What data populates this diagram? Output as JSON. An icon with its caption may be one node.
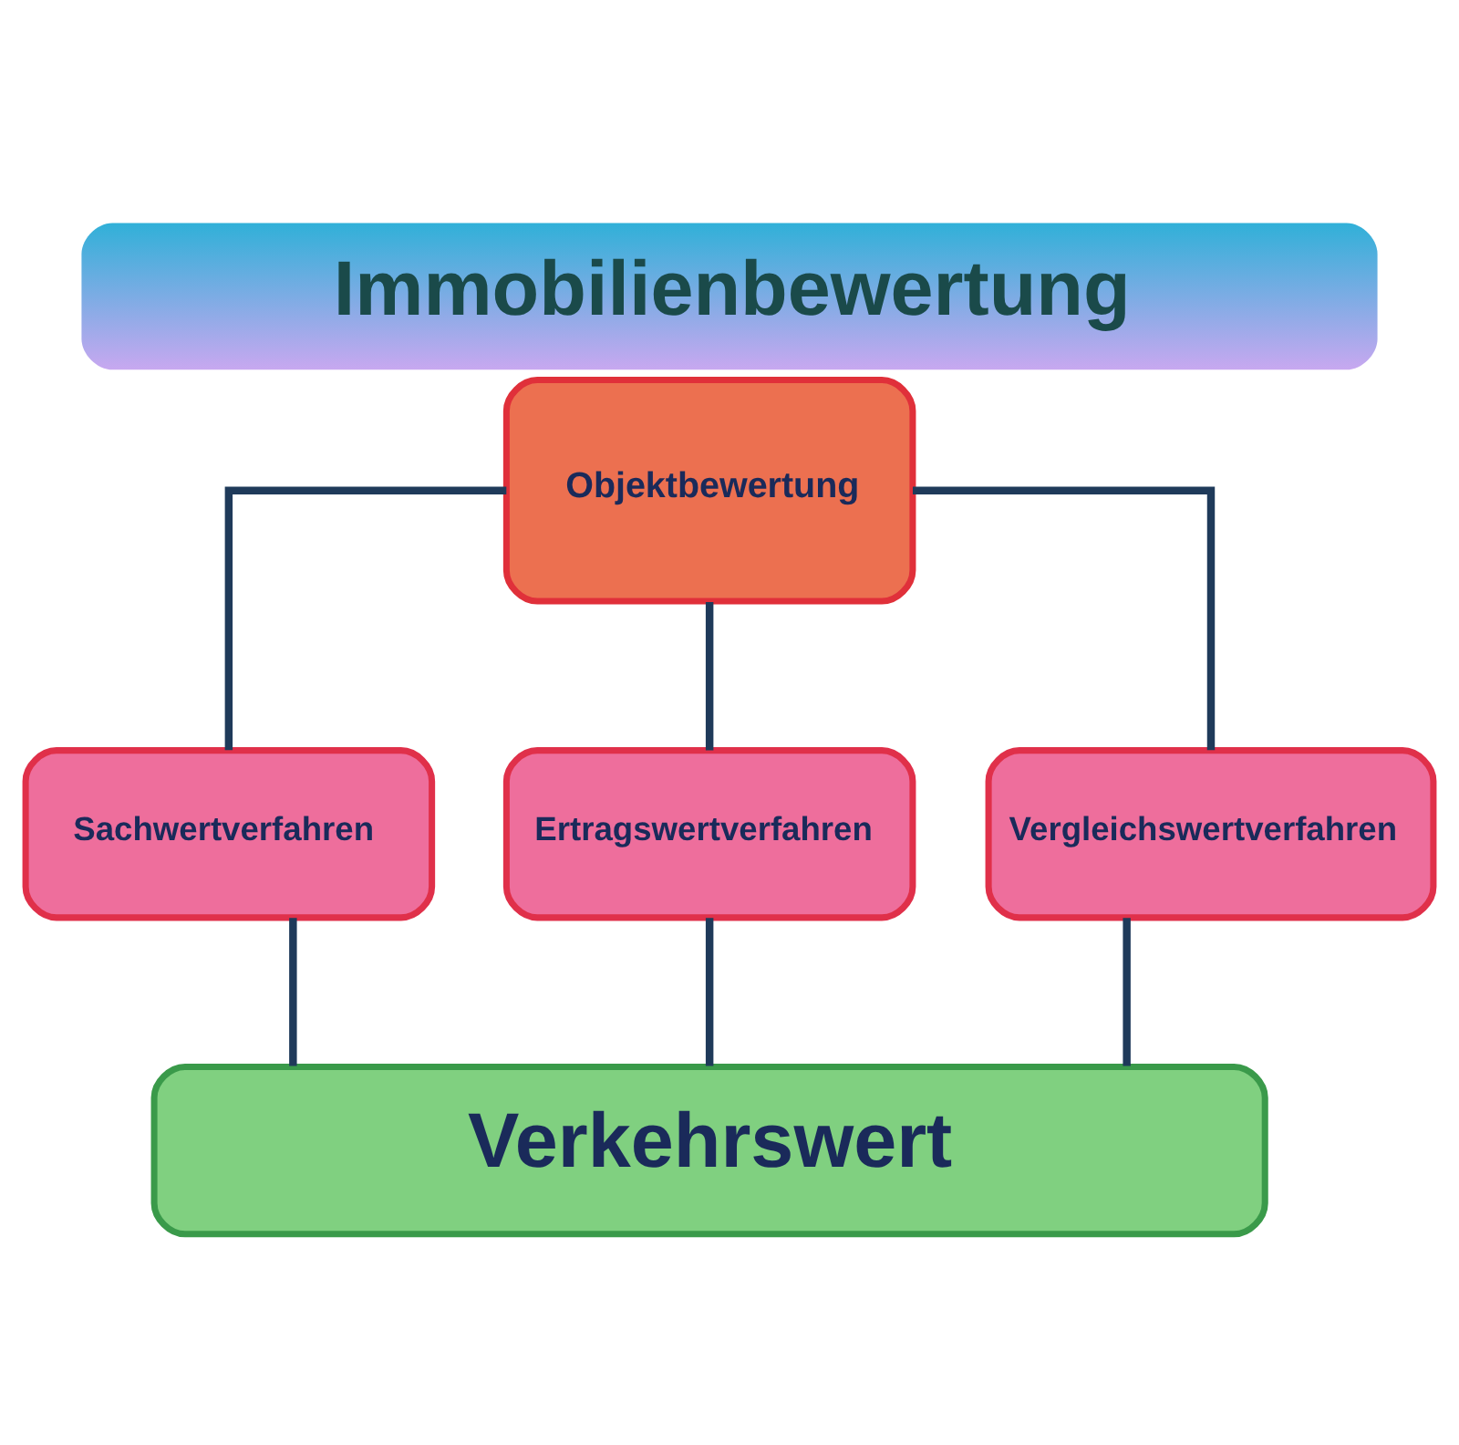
{
  "diagram": {
    "title": "Immobilienbewertung",
    "nodes": [
      {
        "text": [
          "Objektbewertung"
        ]
      },
      {
        "text": [
          "Sachwertverfahren"
        ]
      },
      {
        "text": [
          "Ertragswertverfahren"
        ]
      },
      {
        "text": [
          "Vergleichswertverfahren"
        ]
      },
      {
        "text": [
          "Verkehrswert"
        ]
      }
    ],
    "edges": [
      {
        "from": 0,
        "to": 1,
        "arrow": "none"
      },
      {
        "from": 0,
        "to": 2,
        "arrow": "none"
      },
      {
        "from": 0,
        "to": 3,
        "arrow": "none"
      },
      {
        "from": 1,
        "to": 4,
        "arrow": "none"
      },
      {
        "from": 2,
        "to": 4,
        "arrow": "none"
      },
      {
        "from": 3,
        "to": 4,
        "arrow": "none"
      }
    ]
  }
}
